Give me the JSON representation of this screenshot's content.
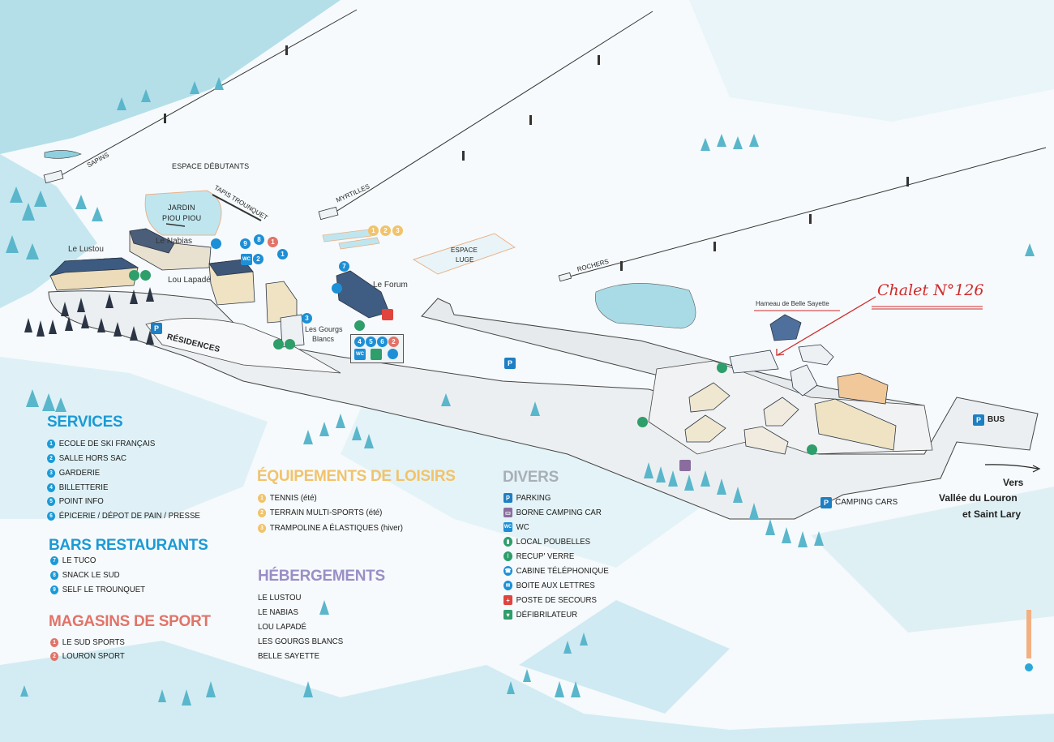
{
  "map": {
    "lifts": {
      "sapins": "SAPINS",
      "myrtilles": "MYRTILLES",
      "rochers": "ROCHERS",
      "tapis": "TAPIS TROUNQUET"
    },
    "areas": {
      "espace_debutants": "ESPACE DÉBUTANTS",
      "jardin_1": "JARDIN",
      "jardin_2": "PIOU PIOU",
      "espace_luge_1": "ESPACE",
      "espace_luge_2": "LUGE",
      "residences": "RÉSIDENCES",
      "hameau": "Hameau de Belle Sayette",
      "bus": "BUS",
      "camping_cars": "CAMPING CARS",
      "vers_1": "Vers",
      "vers_2": "Vallée du Louron",
      "vers_3": "et Saint Lary"
    },
    "buildings": {
      "lustou": "Le Lustou",
      "nabias": "Le Nabias",
      "lou_lapade": "Lou Lapadé",
      "forum": "Le Forum",
      "gourgs_1": "Les Gourgs",
      "gourgs_2": "Blancs"
    },
    "annotation": "Chalet N°126",
    "parking_symbol": "P",
    "markers": {
      "m1": "1",
      "m2": "2",
      "m3": "3",
      "m4": "4",
      "m5": "5",
      "m6": "6",
      "m7": "7",
      "m8": "8",
      "m9": "9",
      "wc": "WC"
    }
  },
  "legend": {
    "services": {
      "title": "SERVICES",
      "color": "#1b9ad6",
      "items": [
        "ECOLE DE SKI FRANÇAIS",
        "SALLE HORS SAC",
        "GARDERIE",
        "BILLETTERIE",
        "POINT INFO",
        "ÉPICERIE / DÉPOT DE PAIN / PRESSE"
      ]
    },
    "bars": {
      "title": "BARS RESTAURANTS",
      "color": "#1b9ad6",
      "items": [
        "LE TUCO",
        "SNACK LE SUD",
        "SELF LE TROUNQUET"
      ]
    },
    "magasins": {
      "title": "MAGASINS DE SPORT",
      "color": "#e27368",
      "items": [
        "LE SUD SPORTS",
        "LOURON SPORT"
      ]
    },
    "loisirs": {
      "title": "ÉQUIPEMENTS DE LOISIRS",
      "color": "#f1c36b",
      "items": [
        "TENNIS (été)",
        "TERRAIN MULTI-SPORTS (été)",
        "TRAMPOLINE A ÉLASTIQUES (hiver)"
      ]
    },
    "hebergements": {
      "title": "HÉBERGEMENTS",
      "color": "#9a8ec6",
      "items": [
        "LE LUSTOU",
        "LE NABIAS",
        "LOU LAPADÉ",
        "LES GOURGS BLANCS",
        "BELLE SAYETTE"
      ]
    },
    "divers": {
      "title": "DIVERS",
      "color": "#a8afb7",
      "items": [
        {
          "icon": "parking-icon",
          "label": "PARKING",
          "color": "#1d7fc4"
        },
        {
          "icon": "camping-car-icon",
          "label": "BORNE CAMPING CAR",
          "color": "#8a6d9e"
        },
        {
          "icon": "wc-icon",
          "label": "WC",
          "color": "#1d8fd6"
        },
        {
          "icon": "trash-icon",
          "label": "LOCAL POUBELLES",
          "color": "#2e9e6a"
        },
        {
          "icon": "bottle-icon",
          "label": "RECUP' VERRE",
          "color": "#2e9e6a"
        },
        {
          "icon": "phone-icon",
          "label": "CABINE TÉLÉPHONIQUE",
          "color": "#1d8fd6"
        },
        {
          "icon": "mail-icon",
          "label": "BOITE AUX LETTRES",
          "color": "#1d8fd6"
        },
        {
          "icon": "first-aid-icon",
          "label": "POSTE DE SECOURS",
          "color": "#e0443c"
        },
        {
          "icon": "defibrillator-icon",
          "label": "DÉFIBRILATEUR",
          "color": "#2e9e6a"
        }
      ]
    },
    "wc_symbol": "WC"
  }
}
